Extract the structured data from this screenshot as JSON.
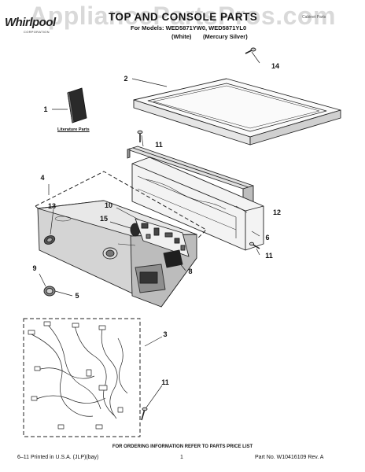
{
  "watermark": "AppliancePartsPros.com",
  "brand": "Whirlpool",
  "brand_sub": "CORPORATION",
  "header": {
    "title": "TOP AND CONSOLE PARTS",
    "models": "For Models: WED5871YW0, WED5871YL0",
    "color_white": "(White)",
    "color_silver": "(Mercury Silver)",
    "doc_code": "Cabinet Parts"
  },
  "literature_label": "Literature Parts",
  "callouts": [
    {
      "id": "1",
      "label": "1"
    },
    {
      "id": "2",
      "label": "2"
    },
    {
      "id": "3",
      "label": "3"
    },
    {
      "id": "4",
      "label": "4"
    },
    {
      "id": "5",
      "label": "5"
    },
    {
      "id": "6",
      "label": "6"
    },
    {
      "id": "8",
      "label": "8"
    },
    {
      "id": "9",
      "label": "9"
    },
    {
      "id": "10",
      "label": "10"
    },
    {
      "id": "11a",
      "label": "11"
    },
    {
      "id": "11b",
      "label": "11"
    },
    {
      "id": "11c",
      "label": "11"
    },
    {
      "id": "12",
      "label": "12"
    },
    {
      "id": "13",
      "label": "13"
    },
    {
      "id": "14",
      "label": "14"
    },
    {
      "id": "15",
      "label": "15"
    }
  ],
  "footer": {
    "order_note": "FOR ORDERING INFORMATION REFER TO PARTS PRICE LIST",
    "left": "6–11 Printed in U.S.A. (JLP)(bay)",
    "page": "1",
    "right": "Part No. W10416109 Rev. A"
  }
}
